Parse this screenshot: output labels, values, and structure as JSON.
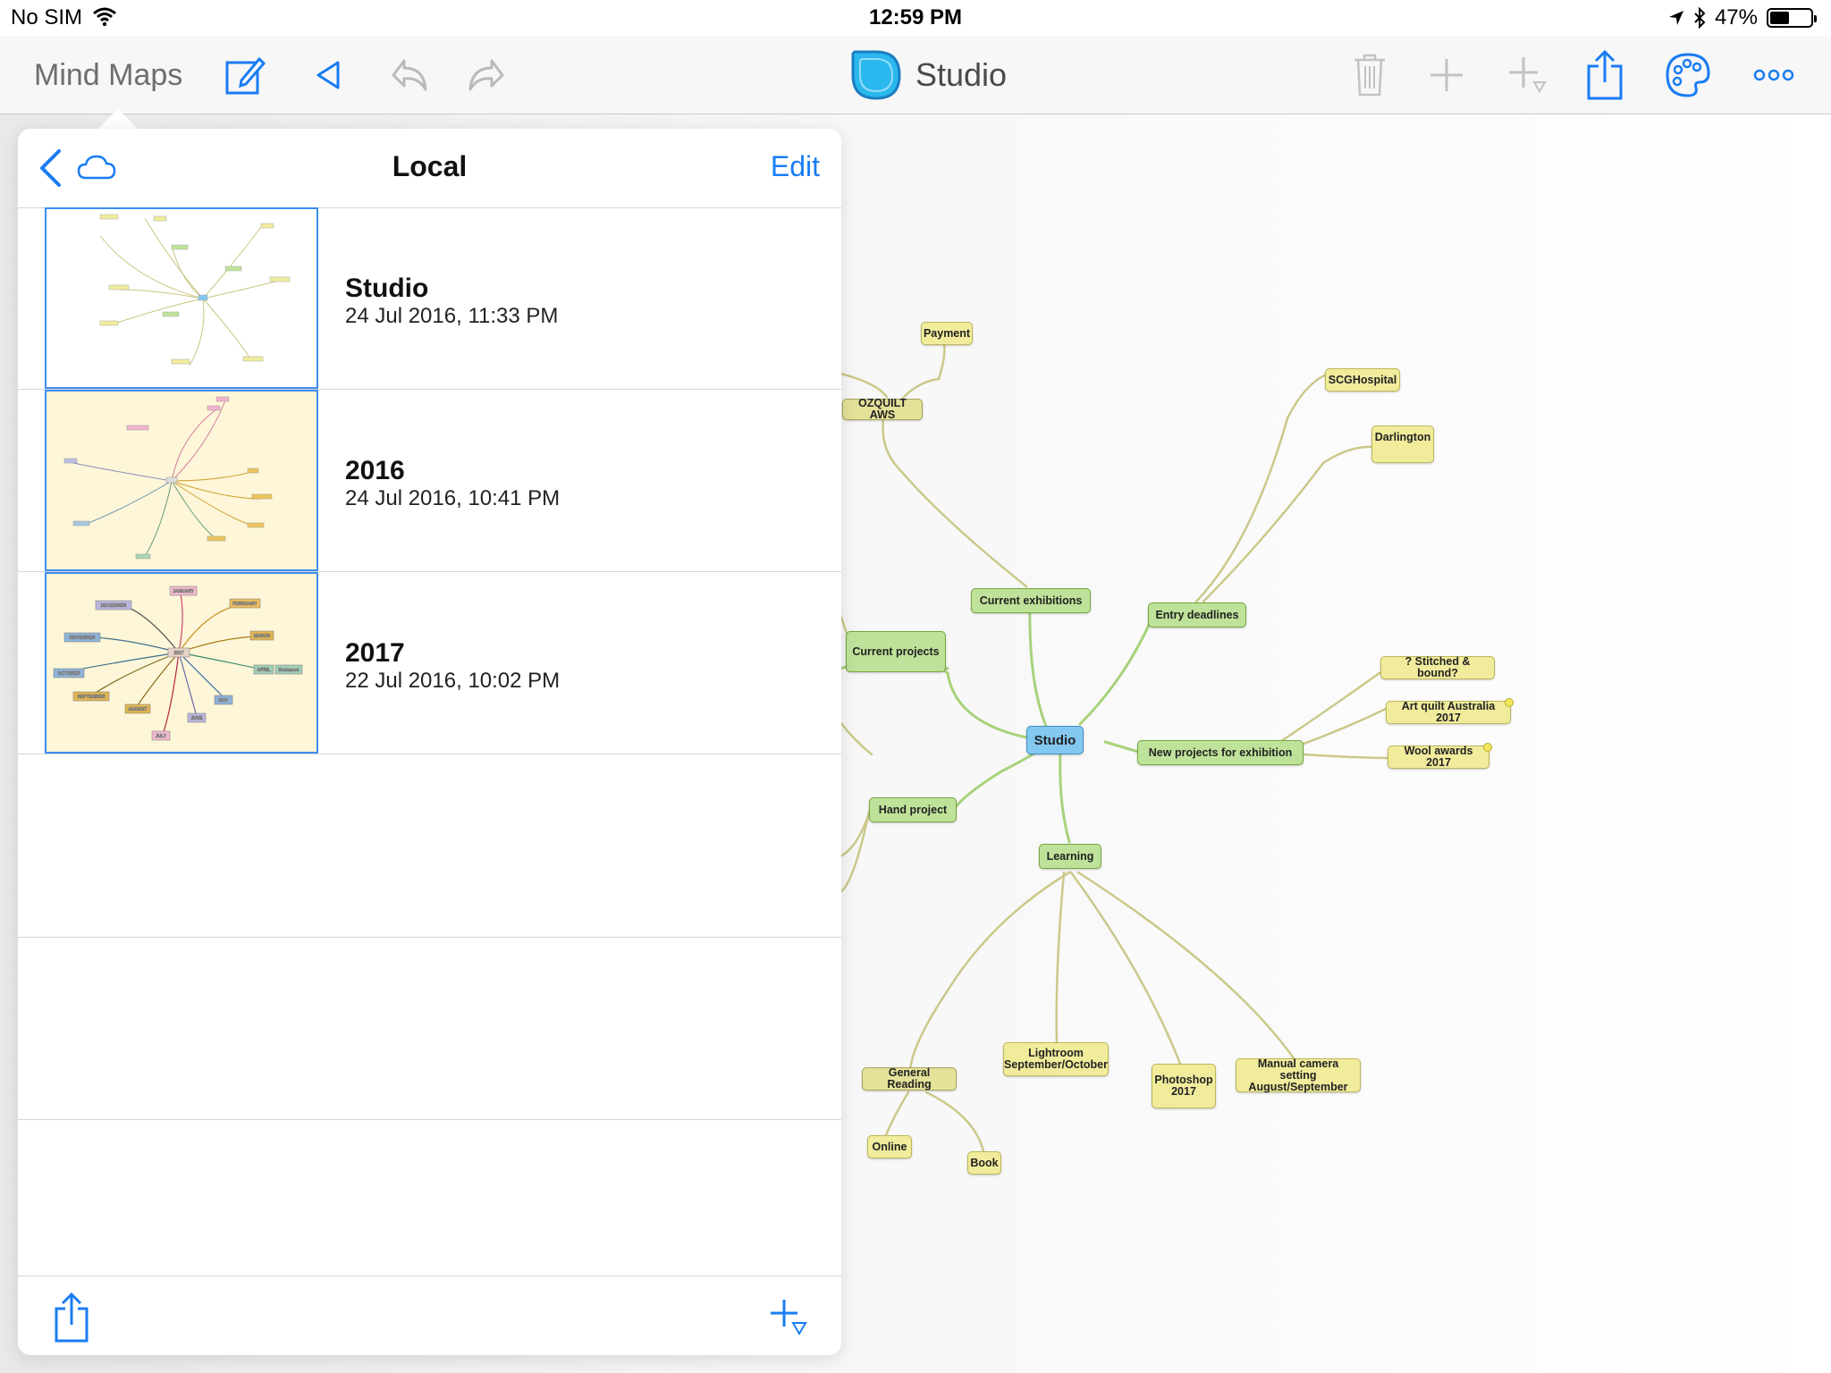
{
  "status_bar": {
    "carrier": "No SIM",
    "time": "12:59 PM",
    "battery": "47%",
    "battery_level": 0.47
  },
  "toolbar": {
    "title": "Mind Maps",
    "document_title": "Studio",
    "icons": [
      "compose-icon",
      "back-triangle-icon",
      "undo-icon",
      "redo-icon",
      "trash-icon",
      "add-topic-icon",
      "add-subtopic-icon",
      "share-icon",
      "palette-icon",
      "more-icon"
    ]
  },
  "popover": {
    "title": "Local",
    "edit_label": "Edit",
    "documents": [
      {
        "name": "Studio",
        "date": "24 Jul 2016, 11:33 PM",
        "thumb_bg": "#ffffff"
      },
      {
        "name": "2016",
        "date": "24 Jul 2016, 10:41 PM",
        "thumb_bg": "#fdf6d8"
      },
      {
        "name": "2017",
        "date": "22 Jul 2016, 10:02 PM",
        "thumb_bg": "#fdf6d8"
      }
    ]
  },
  "thumb_2017_labels": [
    "JANUARY",
    "FEBRUARY",
    "MARCH",
    "APRIL",
    "Budapest",
    "MAY",
    "JUNE",
    "JULY",
    "AUGUST",
    "SEPTEMBER",
    "OCTOBER",
    "NOVEMBER",
    "DECEMBER",
    "2017"
  ],
  "mindmap": {
    "center": "Studio",
    "nodes": {
      "payment": "Payment",
      "ozquilt": "OZQUILT AWS",
      "current_exhibitions": "Current exhibitions",
      "current_projects": "Current projects",
      "hand_project": "Hand project",
      "entry_deadlines": "Entry deadlines",
      "scg": "SCGHospital",
      "darlington": "Darlington",
      "new_projects": "New projects for exhibition",
      "stitched": "? Stitched & bound?",
      "art_quilt": "Art quilt Australia 2017",
      "wool": "Wool awards 2017",
      "learning": "Learning",
      "general_reading": "General Reading",
      "online": "Online",
      "book": "Book",
      "lightroom": "Lightroom\nSeptember/October",
      "photoshop": "Photoshop\n2017",
      "manual_camera": "Manual camera setting\nAugust/September"
    },
    "colors": {
      "branch_green": "#9fcf6a",
      "branch_olive": "#c9c57c",
      "center": "#83c8ef"
    }
  }
}
